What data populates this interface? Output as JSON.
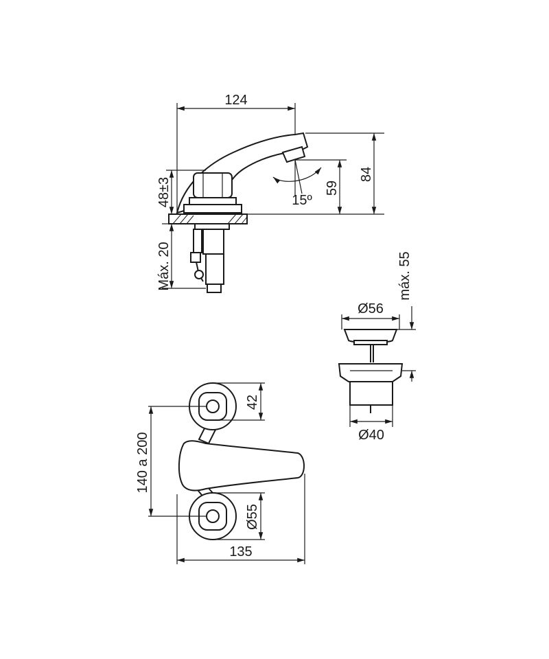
{
  "dimensions": {
    "spout_reach": "124",
    "height_total": "84",
    "spout_height": "59",
    "base_height": "48±3",
    "spout_angle": "15º",
    "max_deck": "Máx. 20",
    "drain_top_diameter": "Ø56",
    "drain_max_height": "máx. 55",
    "drain_body_diameter": "Ø40",
    "handle_offset": "42",
    "center_distance": "140 a 200",
    "rosette_diameter": "Ø55",
    "overall_width": "135"
  },
  "colors": {
    "line": "#1a1a1a",
    "background": "#ffffff"
  }
}
